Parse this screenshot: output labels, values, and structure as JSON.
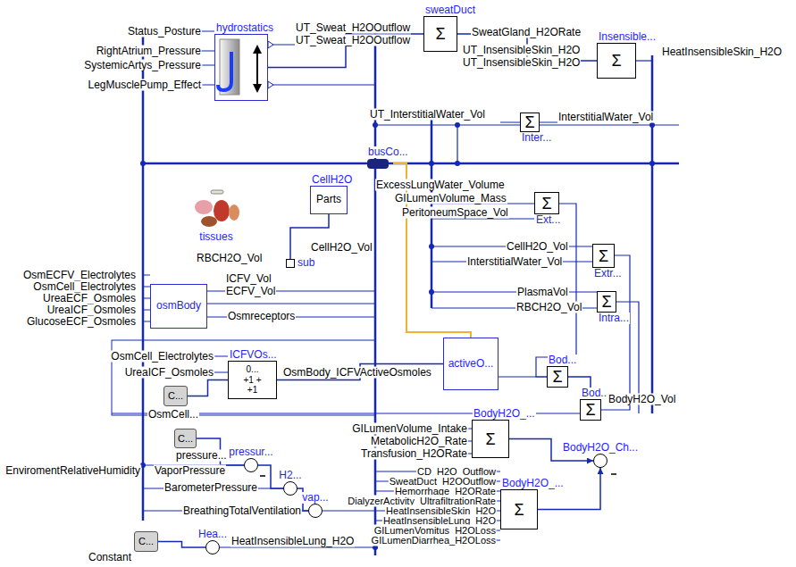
{
  "diagram": {
    "nodes": [
      {
        "text": [
          "hydrostatics"
        ]
      },
      {
        "text": [
          "sweatDuct",
          "Σ"
        ]
      },
      {
        "text": [
          "Insensible...",
          "Σ"
        ]
      },
      {
        "text": [
          "Inter...",
          "Σ"
        ]
      },
      {
        "text": [
          "busCo..."
        ]
      },
      {
        "text": [
          "CellH2O",
          "Parts"
        ]
      },
      {
        "text": [
          "tissues"
        ]
      },
      {
        "text": [
          "sub"
        ]
      },
      {
        "text": [
          "Ext...",
          "Σ"
        ]
      },
      {
        "text": [
          "Extr...",
          "Σ"
        ]
      },
      {
        "text": [
          "Intra...",
          "Σ"
        ]
      },
      {
        "text": [
          "osmBody"
        ]
      },
      {
        "text": [
          "ICFVOs...",
          "0...",
          "+1 +",
          "+1"
        ]
      },
      {
        "text": [
          "C..."
        ]
      },
      {
        "text": [
          "activeO..."
        ]
      },
      {
        "text": [
          "Bod...",
          "Σ"
        ]
      },
      {
        "text": [
          "Bod...",
          "Σ"
        ]
      },
      {
        "text": [
          "BodyH2O_...",
          "Σ"
        ]
      },
      {
        "text": [
          "BodyH2O_Ch..."
        ]
      },
      {
        "text": [
          "BodyH2O_...",
          "Σ"
        ]
      },
      {
        "text": [
          "C..."
        ]
      },
      {
        "text": [
          "pressur..."
        ]
      },
      {
        "text": [
          "H2..."
        ]
      },
      {
        "text": [
          "vap..."
        ]
      },
      {
        "text": [
          "C..."
        ]
      },
      {
        "text": [
          "Hea..."
        ]
      }
    ],
    "edges": [
      {
        "from": 0,
        "to": 1,
        "arrow": "none"
      },
      {
        "from": 1,
        "to": 2,
        "arrow": "none"
      },
      {
        "from": 5,
        "to": 7,
        "arrow": "none"
      },
      {
        "from": 13,
        "to": 12,
        "arrow": "none"
      },
      {
        "from": 15,
        "to": 16,
        "arrow": "none"
      },
      {
        "from": 17,
        "to": 18,
        "arrow": "to"
      },
      {
        "from": 19,
        "to": 18,
        "arrow": "to"
      },
      {
        "from": 20,
        "to": 21,
        "arrow": "none"
      },
      {
        "from": 21,
        "to": 22,
        "arrow": "none"
      },
      {
        "from": 22,
        "to": 23,
        "arrow": "none"
      },
      {
        "from": 24,
        "to": 25,
        "arrow": "none"
      },
      {
        "from": 12,
        "to": 14,
        "arrow": "none"
      }
    ],
    "labels": [
      "Status_Posture",
      "RightAtrium_Pressure",
      "SystemicArtys_Pressure",
      "LegMusclePump_Effect",
      "UT_Sweat_H2OOutflow",
      "UT_Sweat_H2OOutflow",
      "SweatGland_H2ORate",
      "UT_InsensibleSkin_H2O",
      "UT_InsensibleSkin_H2O",
      "HeatInsensibleSkin_H2O",
      "UT_InterstitialWater_Vol",
      "InterstitialWater_Vol",
      "ExcessLungWater_Volume",
      "GILumenVolume_Mass",
      "PeritoneumSpace_Vol",
      "CellH2O_Vol",
      "RBCH2O_Vol",
      "CellH2O_Vol",
      "InterstitialWater_Vol",
      "PlasmaVol",
      "RBCH2O_Vol",
      "OsmECFV_Electrolytes",
      "OsmCell_Electrolytes",
      "UreaECF_Osmoles",
      "UreaICF_Osmoles",
      "GlucoseECF_Osmoles",
      "ICFV_Vol",
      "ECFV_Vol",
      "Osmreceptors",
      "OsmCell_Electrolytes",
      "UreaICF_Osmoles",
      "OsmCell...",
      "OsmBody_ICFVActiveOsmoles",
      "BodyH2O_Vol",
      "GILumenVolume_Intake",
      "MetabolicH2O_Rate",
      "Transfusion_H2ORate",
      "CD_H2O_Outflow",
      "SweatDuct_H2OOutflow",
      "Hemorrhage_H2ORate",
      "DialyzerActivity_UltrafiltrationRate",
      "HeatInsensibleSkin_H2O",
      "HeatInsensibleLung_H2O",
      "GILumenVomitus_H2OLoss",
      "GILumenDiarrhea_H2OLoss",
      "pressure...",
      "EnviromentRelativeHumidity",
      "VaporPressure",
      "BarometerPressure",
      "BreathingTotalVentilation",
      "HeatInsensibleLung_H2O",
      "Constant"
    ]
  }
}
